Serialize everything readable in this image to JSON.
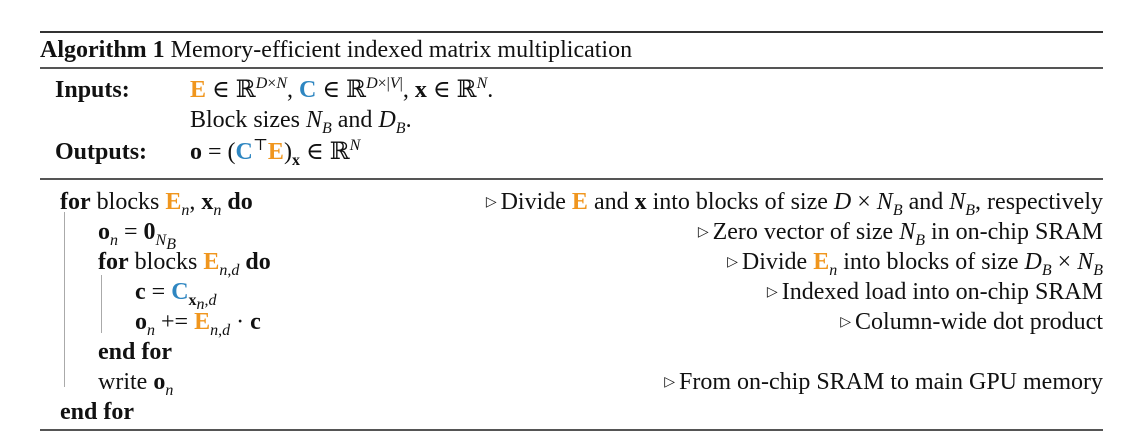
{
  "algorithm": {
    "label": "Algorithm 1",
    "title": "Memory-efficient indexed matrix multiplication",
    "inputs_label": "Inputs:",
    "inputs_line1": "E ∈ ℝ^{D×N}, C ∈ ℝ^{D×|V|}, x ∈ ℝ^N.",
    "inputs_line2": "Block sizes N_B and D_B.",
    "outputs_label": "Outputs:",
    "outputs_line": "o = (CᵀE)_x ∈ ℝ^N",
    "colors": {
      "E": "#f0961e",
      "C": "#2e86c1"
    },
    "steps": [
      {
        "code": "for blocks E_n, x_n do",
        "comment": "Divide E and x into blocks of size D × N_B and N_B, respectively",
        "indent": 0
      },
      {
        "code": "o_n = 0_{N_B}",
        "comment": "Zero vector of size N_B in on-chip SRAM",
        "indent": 1
      },
      {
        "code": "for blocks E_{n,d} do",
        "comment": "Divide E_n into blocks of size D_B × N_B",
        "indent": 1
      },
      {
        "code": "c = C_{x_n,d}",
        "comment": "Indexed load into on-chip SRAM",
        "indent": 2
      },
      {
        "code": "o_n += E_{n,d} · c",
        "comment": "Column-wide dot product",
        "indent": 2
      },
      {
        "code": "end for",
        "comment": "",
        "indent": 1
      },
      {
        "code": "write o_n",
        "comment": "From on-chip SRAM to main GPU memory",
        "indent": 1
      },
      {
        "code": "end for",
        "comment": "",
        "indent": 0
      }
    ],
    "kw": {
      "for": "for",
      "do": "do",
      "end_for": "end for",
      "blocks": "blocks",
      "write": "write"
    }
  }
}
